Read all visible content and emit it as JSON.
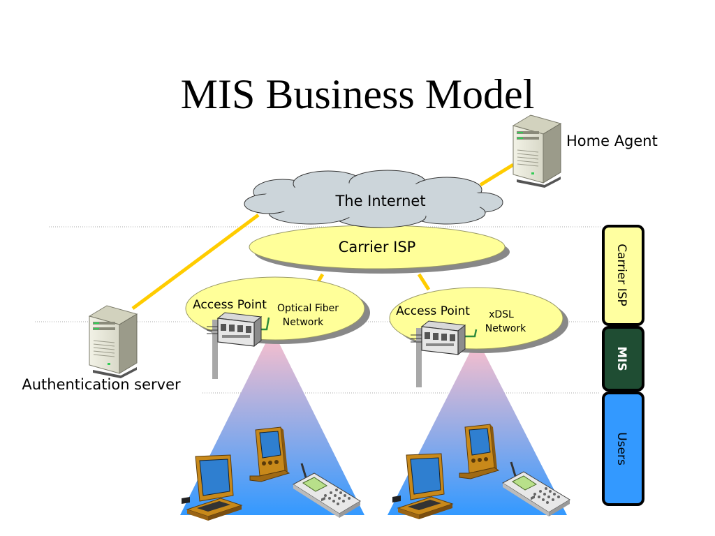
{
  "slide": {
    "title": "MIS Business Model"
  },
  "nodes": {
    "home_agent": "Home Agent",
    "internet": "The Internet",
    "carrier_isp": "Carrier ISP",
    "auth_server": "Authentication server",
    "ap_left": "Access Point",
    "ap_left_network_line1": "Optical Fiber",
    "ap_left_network_line2": "Network",
    "ap_right": "Access Point",
    "ap_right_network_line1": "xDSL",
    "ap_right_network_line2": "Network"
  },
  "layers": [
    {
      "label": "Carrier ISP",
      "color": "#FFFFA0",
      "text_color": "#000000"
    },
    {
      "label": "MIS",
      "color": "#1F4D33",
      "text_color": "#FFFFFF"
    },
    {
      "label": "Users",
      "color": "#3399FF",
      "text_color": "#000000"
    }
  ],
  "colors": {
    "link": "#FFCC00",
    "cloud": "#CCD5DA",
    "isp_ellipse": "#FFFF99",
    "cone_top": "#FFC0CB",
    "cone_bottom": "#3399FF",
    "network_link": "#2E8B3C"
  },
  "icons": [
    "server-icon",
    "cloud-icon",
    "access-point-icon",
    "laptop-icon",
    "pda-icon",
    "mobile-phone-icon"
  ]
}
